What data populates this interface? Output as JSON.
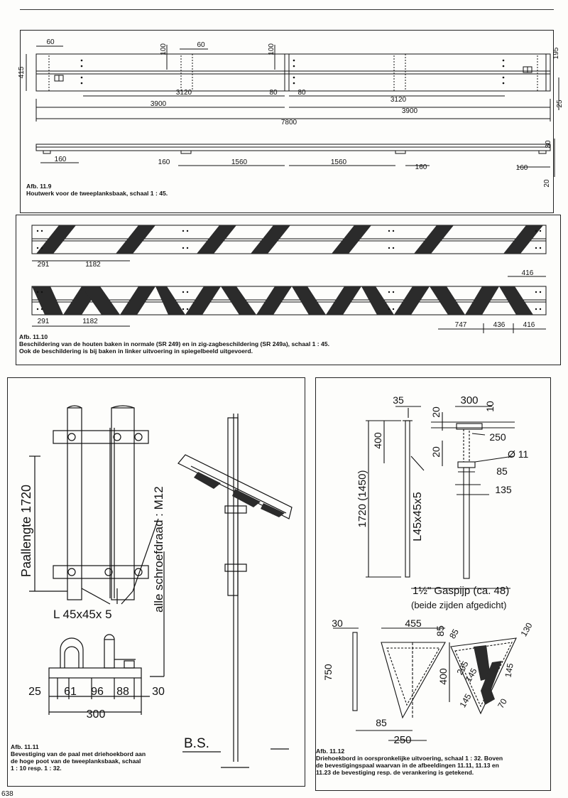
{
  "page_number": "638",
  "fig_11_9": {
    "number": "Afb. 11.9",
    "caption": "Houtwerk voor de tweeplanksbaak, schaal 1 : 45.",
    "dims": {
      "d60a": "60",
      "d60b": "60",
      "d100a": "100",
      "d100b": "100",
      "d415": "415",
      "d195": "195",
      "d25": "25",
      "d3120a": "3120",
      "d80a": "80",
      "d80b": "80",
      "d3120b": "3120",
      "d3900a": "3900",
      "d3900b": "3900",
      "d7800": "7800",
      "d160a": "160",
      "d160b": "160",
      "d1560a": "1560",
      "d1560b": "1560",
      "d160c": "160",
      "d160d": "160",
      "d30": "30",
      "d20": "20"
    }
  },
  "fig_11_10": {
    "number": "Afb. 11.10",
    "caption_lines": [
      "Beschildering van de houten baken in normale (SR 249) en in zig-zagbeschildering (SR 249a), schaal 1 : 45.",
      "Ook de beschildering is bij baken in linker uitvoering in spiegelbeeld uitgevoerd."
    ],
    "dims": {
      "a291": "291",
      "a1182": "1182",
      "a416": "416",
      "b291": "291",
      "b1182": "1182",
      "b747": "747",
      "b436": "436",
      "b416": "416"
    }
  },
  "fig_11_11": {
    "number": "Afb. 11.11",
    "caption_lines": [
      "Bevestiging van de paal met driehoekbord aan",
      "de hoge poot van de tweeplanksbaak, schaal",
      "1 : 10 resp. 1 : 32."
    ],
    "labels": {
      "paallengte": "Paallengte 1720",
      "profile": "L 45x45x 5",
      "thread": "alle schroefdraad : M12",
      "bs": "B.S."
    },
    "dims": {
      "d25": "25",
      "d61": "61",
      "d96": "96",
      "d88": "88",
      "d30": "30",
      "d300": "300"
    }
  },
  "fig_11_12": {
    "number": "Afb. 11.12",
    "caption_lines": [
      "Driehoekbord in oorspronkelijke uitvoering, schaal 1 : 32. Boven",
      "de bevestigingspaal waarvan in de afbeeldingen 11.11, 11.13 en",
      "11.23 de bevestiging resp. de verankering is getekend."
    ],
    "labels": {
      "profile": "L45x45x5",
      "height": "1720 (1450)",
      "pipe": "1½\" Gaspijp (ca. 48)",
      "pipe_note": "(beide zijden afgedicht)"
    },
    "dims": {
      "d35": "35",
      "d300": "300",
      "d10": "10",
      "d20a": "20",
      "d250a": "250",
      "d400a": "400",
      "d20b": "20",
      "d11": "Ø 11",
      "d85a": "85",
      "d135": "135",
      "d30": "30",
      "d455": "455",
      "d85b": "85",
      "d400b": "400",
      "d750": "750",
      "d85c": "85",
      "d250b": "250",
      "r85": "85",
      "r205": "205",
      "r145a": "145",
      "r145b": "145",
      "r145c": "145",
      "r70": "70",
      "r130": "130"
    }
  },
  "colors": {
    "ink": "#111111",
    "paint": "#2b2b2b",
    "paper": "#fdfdfb"
  }
}
